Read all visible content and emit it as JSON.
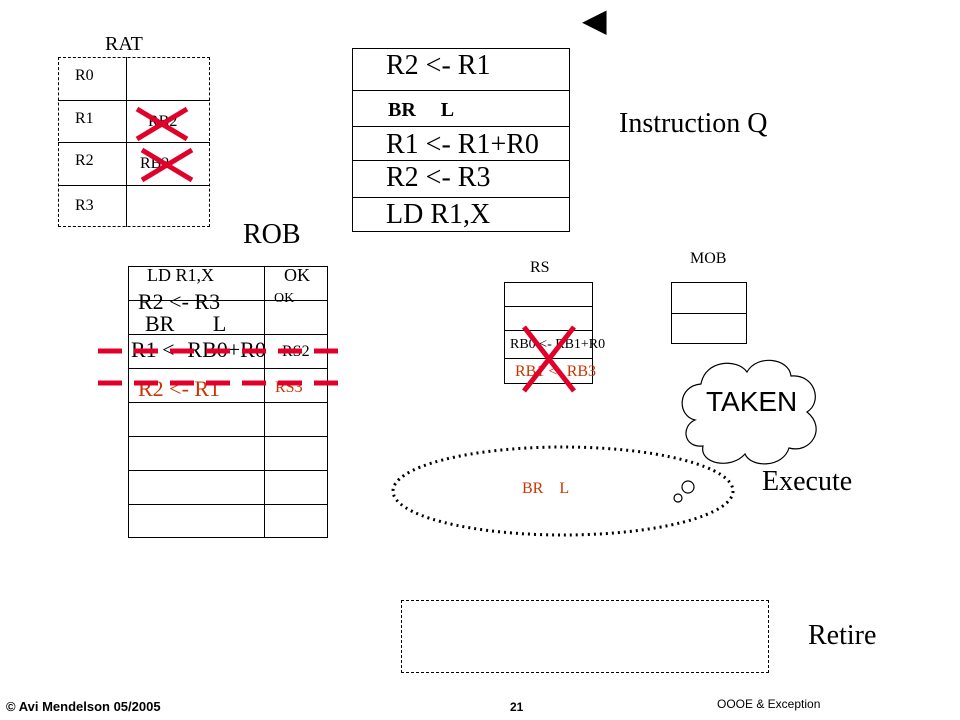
{
  "nav": {
    "pointer_glyph": "◀"
  },
  "rat": {
    "title": "RAT",
    "rows": [
      {
        "reg": "R0",
        "value": ""
      },
      {
        "reg": "R1",
        "value": "RB2"
      },
      {
        "reg": "R2",
        "value": "RB2"
      },
      {
        "reg": "R3",
        "value": ""
      }
    ]
  },
  "instruction_q": {
    "title": "Instruction Q",
    "items": [
      "R2 <- R1",
      "BR     L",
      "R1 <- R1+R0",
      "R2 <- R3",
      "LD R1,X"
    ]
  },
  "rob": {
    "title": "ROB",
    "entries": [
      {
        "instr": "LD R1,X",
        "status": "OK"
      },
      {
        "instr": "R2 <- R3",
        "status": "OK"
      },
      {
        "instr": "BR       L",
        "status": ""
      },
      {
        "instr": "R1 <- RB0+R0",
        "status": "RS2"
      },
      {
        "instr": "R2 <- R1",
        "status": "RS3"
      }
    ]
  },
  "rs": {
    "title": "RS",
    "entries": [
      "RB0 <- RB1+R0",
      "RB1 <- RB3"
    ]
  },
  "mob": {
    "title": "MOB"
  },
  "execute": {
    "label": "Execute",
    "content": "BR    L"
  },
  "taken": {
    "label": "TAKEN"
  },
  "retire": {
    "label": "Retire"
  },
  "footer": {
    "left": "© Avi Mendelson 05/2005",
    "page": "21",
    "right": "OOOE & Exception"
  },
  "colors": {
    "highlight": "#cc3300",
    "cross": "#e0002a"
  }
}
